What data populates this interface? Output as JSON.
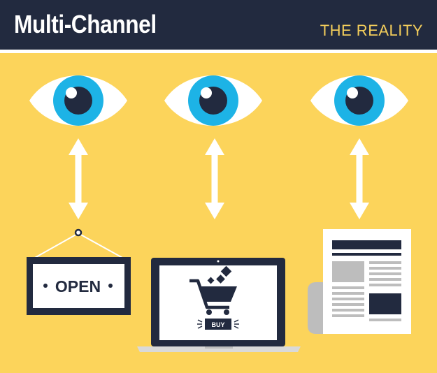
{
  "header": {
    "title": "Multi-Channel",
    "subtitle": "THE REALITY"
  },
  "channels": [
    {
      "name": "store",
      "sign_label": "OPEN"
    },
    {
      "name": "online",
      "button_label": "BUY"
    },
    {
      "name": "print"
    }
  ],
  "colors": {
    "background": "#FCD45B",
    "header": "#222A3F",
    "iris": "#1DB3E6",
    "pupil": "#222A3F",
    "gray": "#BDBDBD"
  }
}
